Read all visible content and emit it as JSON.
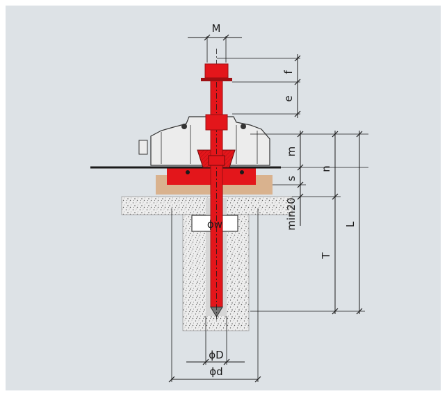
{
  "colors": {
    "background": "#ffffff",
    "panel": "#dde2e6",
    "anchor": "#e3161b",
    "anchor_dark": "#9e0f12",
    "machine": "#ececec",
    "grout": "#d9b28e",
    "concrete": "#e9e9e9",
    "line": "#1a1a1a"
  },
  "icons": {
    "anchor": "anchor-bolt-icon",
    "machine": "machine-foot-icon"
  },
  "labels": {
    "M": "M",
    "f": "f",
    "e": "e",
    "m": "m",
    "n": "n",
    "s": "s",
    "L": "L",
    "min20": "min20",
    "w": "ϕw",
    "T": "T",
    "D": "ϕD",
    "d": "ϕd"
  }
}
